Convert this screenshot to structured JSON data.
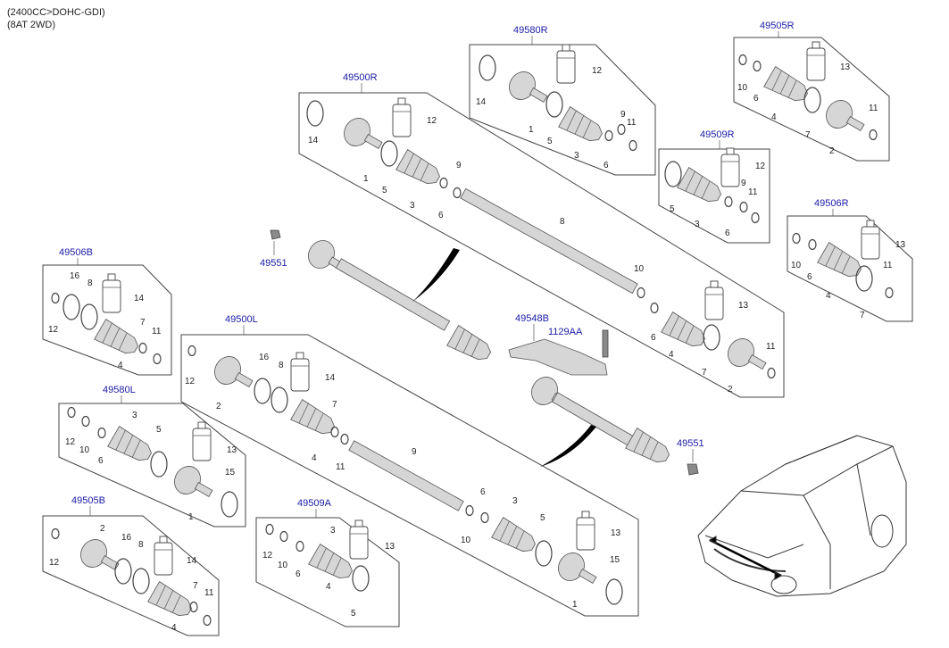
{
  "spec": {
    "engine": "(2400CC>DOHC-GDI)",
    "drive": "(8AT 2WD)"
  },
  "codes": {
    "c49580R": "49580R",
    "c49505R": "49505R",
    "c49500R": "49500R",
    "c49509R": "49509R",
    "c49506R": "49506R",
    "c49551a": "49551",
    "c49548B": "49548B",
    "c1129AA": "1129AA",
    "c49506B": "49506B",
    "c49500L": "49500L",
    "c49580L": "49580L",
    "c49551b": "49551",
    "c49505B": "49505B",
    "c49509A": "49509A"
  },
  "nums": {
    "n1": "1",
    "n2": "2",
    "n3": "3",
    "n4": "4",
    "n5": "5",
    "n6": "6",
    "n7": "7",
    "n8": "8",
    "n9": "9",
    "n10": "10",
    "n11": "11",
    "n12": "12",
    "n13": "13",
    "n14": "14",
    "n15": "15",
    "n16": "16"
  },
  "icons": {
    "boot": "cv-boot-icon",
    "grease": "grease-tube-icon",
    "clamp": "clamp-ring-icon",
    "joint": "cv-joint-icon",
    "vehicle": "suv-vehicle-icon"
  }
}
